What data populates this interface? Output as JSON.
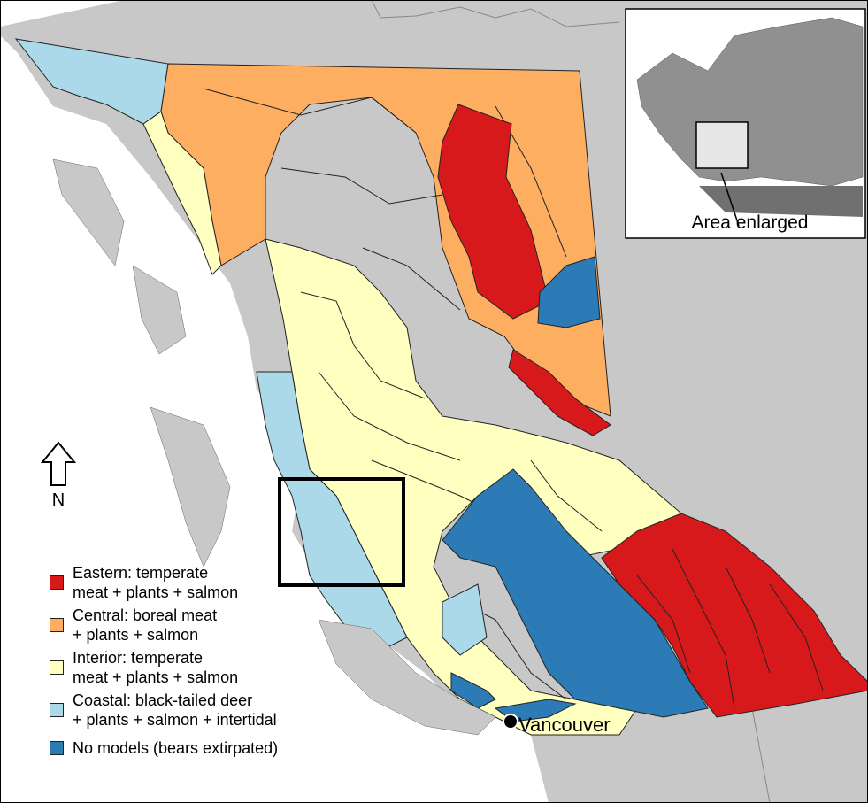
{
  "inset": {
    "caption": "Area enlarged"
  },
  "north_arrow": {
    "label": "N"
  },
  "city": {
    "name": "Vancouver"
  },
  "legend": [
    {
      "label": "Eastern: temperate\nmeat + plants + salmon",
      "color": "#d7191c"
    },
    {
      "label": "Central: boreal meat\n+ plants + salmon",
      "color": "#fdae61"
    },
    {
      "label": "Interior: temperate\nmeat + plants + salmon",
      "color": "#ffffbf"
    },
    {
      "label": "Coastal: black-tailed deer\n+ plants + salmon + intertidal",
      "color": "#abd9e9"
    },
    {
      "label": "No models (bears extirpated)",
      "color": "#2c7bb6"
    }
  ],
  "colors": {
    "eastern": "#d7191c",
    "central": "#fdae61",
    "interior": "#ffffbf",
    "coastal": "#abd9e9",
    "no_models": "#2c7bb6",
    "land_outside": "#c8c8c8",
    "water": "#ffffff"
  }
}
